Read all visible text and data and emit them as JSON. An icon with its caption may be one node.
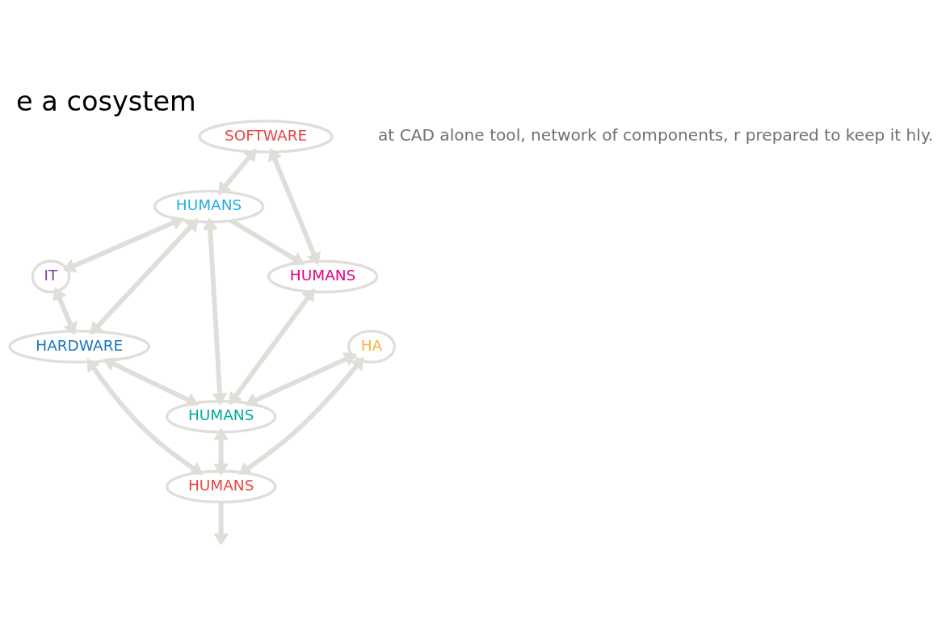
{
  "diagram": {
    "title": "e a cosystem",
    "nodes": [
      {
        "text": [
          "SOFTWARE"
        ]
      },
      {
        "text": [
          "HUMANS"
        ]
      },
      {
        "text": [
          "HUMANS"
        ]
      },
      {
        "text": [
          "IT"
        ]
      },
      {
        "text": [
          "HUMANS"
        ]
      },
      {
        "text": [
          "HA"
        ]
      },
      {
        "text": [
          "HARDWARE"
        ]
      },
      {
        "text": [
          "HUMANS"
        ]
      }
    ],
    "edges": [
      {
        "from": 0,
        "to": 1,
        "arrow": "both"
      },
      {
        "from": 0,
        "to": 2,
        "arrow": "both"
      },
      {
        "from": 1,
        "to": 2,
        "arrow": "to"
      },
      {
        "from": 2,
        "to": 4,
        "arrow": "both"
      },
      {
        "from": 1,
        "to": 3,
        "arrow": "both"
      },
      {
        "from": 1,
        "to": 6,
        "arrow": "both"
      },
      {
        "from": 1,
        "to": 4,
        "arrow": "both"
      },
      {
        "from": 3,
        "to": 6,
        "arrow": "both"
      },
      {
        "from": 6,
        "to": 4,
        "arrow": "both"
      },
      {
        "from": 6,
        "to": 7,
        "arrow": "both"
      },
      {
        "from": 4,
        "to": 7,
        "arrow": "both"
      },
      {
        "from": 5,
        "to": 4,
        "arrow": "both"
      },
      {
        "from": 5,
        "to": 7,
        "arrow": "both"
      },
      {
        "from": 7,
        "to": null,
        "arrow": "to"
      }
    ],
    "labels": [
      "at CAD alone tool, network of components, r prepared to keep it hly."
    ]
  }
}
